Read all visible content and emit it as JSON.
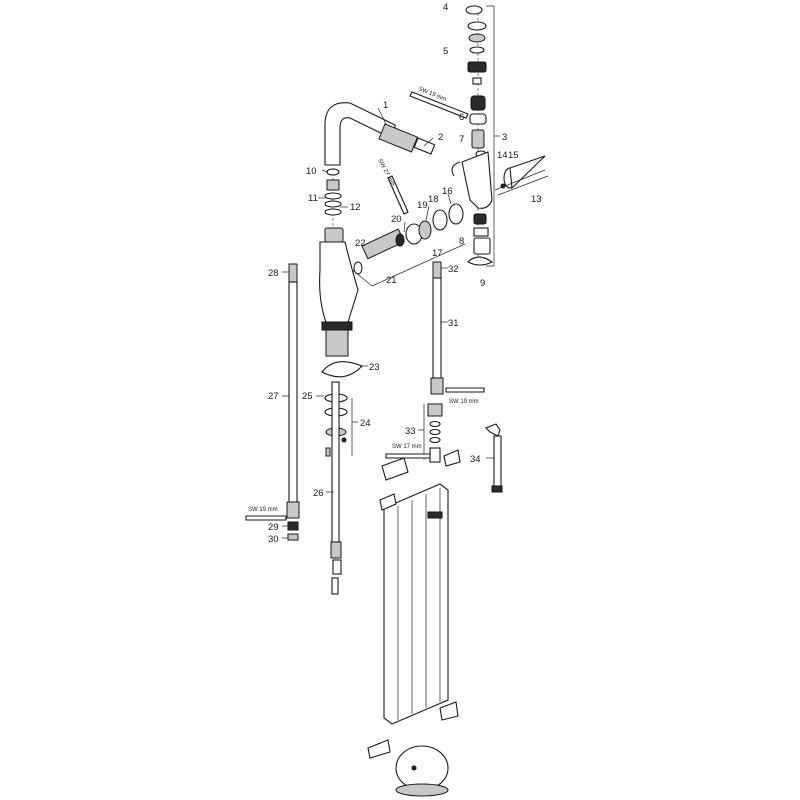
{
  "callouts": [
    {
      "id": "c1",
      "text": "1"
    },
    {
      "id": "c2",
      "text": "2"
    },
    {
      "id": "c3",
      "text": "3"
    },
    {
      "id": "c4",
      "text": "4"
    },
    {
      "id": "c5",
      "text": "5"
    },
    {
      "id": "c6",
      "text": "6"
    },
    {
      "id": "c7",
      "text": "7"
    },
    {
      "id": "c8",
      "text": "8"
    },
    {
      "id": "c9",
      "text": "9"
    },
    {
      "id": "c10",
      "text": "10"
    },
    {
      "id": "c11",
      "text": "11"
    },
    {
      "id": "c12",
      "text": "12"
    },
    {
      "id": "c13",
      "text": "13"
    },
    {
      "id": "c14",
      "text": "14"
    },
    {
      "id": "c15",
      "text": "15"
    },
    {
      "id": "c16",
      "text": "16"
    },
    {
      "id": "c17",
      "text": "17"
    },
    {
      "id": "c18",
      "text": "18"
    },
    {
      "id": "c19",
      "text": "19"
    },
    {
      "id": "c20",
      "text": "20"
    },
    {
      "id": "c21",
      "text": "21"
    },
    {
      "id": "c22",
      "text": "22"
    },
    {
      "id": "c23",
      "text": "23"
    },
    {
      "id": "c24",
      "text": "24"
    },
    {
      "id": "c25",
      "text": "25"
    },
    {
      "id": "c26",
      "text": "26"
    },
    {
      "id": "c27",
      "text": "27"
    },
    {
      "id": "c28",
      "text": "28"
    },
    {
      "id": "c29",
      "text": "29"
    },
    {
      "id": "c30",
      "text": "30"
    },
    {
      "id": "c31",
      "text": "31"
    },
    {
      "id": "c32",
      "text": "32"
    },
    {
      "id": "c33",
      "text": "33"
    },
    {
      "id": "c34",
      "text": "34"
    }
  ],
  "wrench_labels": {
    "sw19_top": "SW 19 mm",
    "sw27": "SW 27 mm",
    "sw19_right": "SW 19 mm",
    "sw17": "SW 17 mm",
    "sw19_left": "SW 19 mm"
  }
}
